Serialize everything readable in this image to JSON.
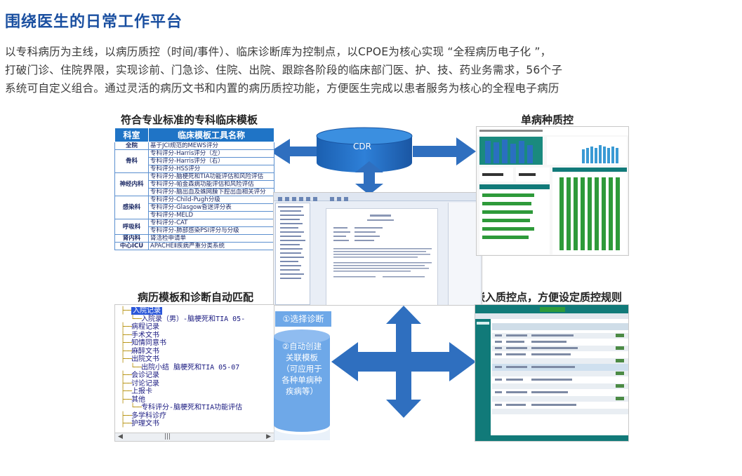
{
  "page_title": "围绕医生的日常工作平台",
  "intro_lines": [
    "以专科病历为主线，以病历质控（时间/事件）、临床诊断库为控制点，以CPOE为核心实现 “全程病历电子化 ”，",
    "打破门诊、住院界限，实现诊前、门急诊、住院、出院、跟踪各阶段的临床部门医、护、技、药业务需求，56个子",
    "系统可自定义组合。通过灵活的病历文书和内置的病历质控功能，方便医生完成以患者服务为核心的全程电子病历"
  ],
  "sections": {
    "template": "符合专业标准的专科临床模板",
    "single_disease": "单病种质控",
    "auto_match": "病历模板和诊断自动匹配",
    "embed_qc": "嵌入质控点，方便设定质控规则"
  },
  "cdr_label": "CDR",
  "template_table": {
    "headers": [
      "科室",
      "临床模板工具名称"
    ],
    "groups": [
      {
        "dept": "全院",
        "items": [
          "基于JCI规范的MEWS评分"
        ]
      },
      {
        "dept": "骨科",
        "items": [
          "专科评分-Harris评分（左）",
          "专科评分-Harris评分（右）",
          "专科评分-HSS评分"
        ]
      },
      {
        "dept": "神经内科",
        "items": [
          "专科评分-脑梗死和TIA功能评估和风险评估",
          "专科评分-帕金森病功能评估和风险评估",
          "专科评分-脑出血及蛛网膜下腔出血相关评分"
        ]
      },
      {
        "dept": "感染科",
        "items": [
          "专科评分-Child-Pugh分级",
          "专科评分-Glasgow昏迷评分表",
          "专科评分-MELD"
        ]
      },
      {
        "dept": "呼吸科",
        "items": [
          "专科评分-CAT",
          "专科评分-肺部感染PSI评分与分级"
        ]
      },
      {
        "dept": "肾内科",
        "items": [
          "肾活检申请单"
        ]
      },
      {
        "dept": "中心ICU",
        "items": [
          "APACHEⅡ疾病严重分类系统"
        ]
      }
    ]
  },
  "tree": {
    "items": [
      "入院记录",
      "入院录（男）-脑梗死和TIA 05-",
      "病程记录",
      "手术文书",
      "知情同意书",
      "麻醉文书",
      "出院文书",
      "出院小结 脑梗死和TIA 05-07",
      "会诊记录",
      "讨论记录",
      "上报卡",
      "其他",
      "专科评分-脑梗死和TIA功能评估",
      "多学科诊疗",
      "护理文书"
    ]
  },
  "steps": {
    "step1": "①选择诊断",
    "step2": [
      "②自动创建",
      "关联模板",
      "（可应用于",
      "各种单病种",
      "疾病等）"
    ]
  },
  "colors": {
    "title_blue": "#1a4fa0",
    "arrow_blue": "#2f6fbf",
    "cylinder_blue": "#1f6dc5",
    "qc_green": "#2e9a3a",
    "teal": "#117a79"
  }
}
